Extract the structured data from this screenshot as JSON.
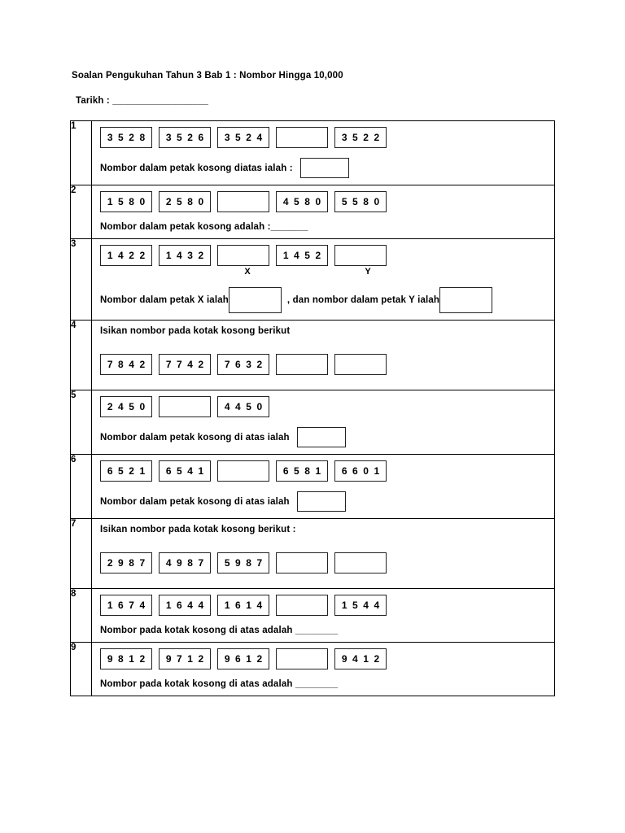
{
  "document": {
    "title": "Soalan Pengukuhan Tahun 3 Bab 1 : Nombor Hingga 10,000",
    "date_label": "Tarikh : __________________"
  },
  "questions": [
    {
      "number": "1",
      "instruction": null,
      "boxes": [
        "3 5 2 8",
        "3 5 2 6",
        "3 5 2 4",
        "",
        "3 5 2 2"
      ],
      "box_labels": null,
      "statement": "Nombor dalam petak kosong diatas ialah :",
      "statement_type": "box",
      "statement_tail": null
    },
    {
      "number": "2",
      "instruction": null,
      "boxes": [
        "1 5 8 0",
        "2 5 8 0",
        "",
        "4 5 8 0",
        "5 5 8 0"
      ],
      "box_labels": null,
      "statement": "Nombor dalam petak kosong adalah :_______",
      "statement_type": "underline",
      "statement_tail": null
    },
    {
      "number": "3",
      "instruction": null,
      "boxes": [
        "1 4 2 2",
        "1 4 3 2",
        "",
        "1 4 5 2",
        ""
      ],
      "box_labels": [
        "",
        "",
        "X",
        "",
        "Y"
      ],
      "statement": "Nombor dalam petak X ialah",
      "statement_type": "double-box",
      "statement_tail": ", dan nombor dalam petak Y ialah"
    },
    {
      "number": "4",
      "instruction": "Isikan nombor pada kotak kosong berikut",
      "boxes": [
        "7 8 4 2",
        "7 7 4 2",
        "7 6 3 2",
        "",
        ""
      ],
      "box_labels": null,
      "statement": null,
      "statement_type": "none",
      "statement_tail": null
    },
    {
      "number": "5",
      "instruction": null,
      "boxes": [
        "2 4 5 0",
        "",
        "4 4 5 0"
      ],
      "box_labels": null,
      "statement": "Nombor dalam petak kosong di atas ialah",
      "statement_type": "box",
      "statement_tail": null
    },
    {
      "number": "6",
      "instruction": null,
      "boxes": [
        "6 5 2 1",
        "6 5 4 1",
        "",
        "6 5 8 1",
        "6 6 0 1"
      ],
      "box_labels": null,
      "statement": "Nombor dalam petak kosong di atas ialah",
      "statement_type": "box",
      "statement_tail": null
    },
    {
      "number": "7",
      "instruction": "Isikan nombor pada kotak kosong berikut :",
      "boxes": [
        "2 9 8 7",
        "4 9 8 7",
        "5 9 8 7",
        "",
        ""
      ],
      "box_labels": null,
      "statement": null,
      "statement_type": "none",
      "statement_tail": null
    },
    {
      "number": "8",
      "instruction": null,
      "boxes": [
        "1 6 7 4",
        "1 6 4 4",
        "1 6 1 4",
        "",
        "1 5 4 4"
      ],
      "box_labels": null,
      "statement": "Nombor pada kotak kosong di atas adalah ________",
      "statement_type": "underline",
      "statement_tail": null
    },
    {
      "number": "9",
      "instruction": null,
      "boxes": [
        "9 8 1 2",
        "9 7 1 2",
        "9 6 1 2",
        "",
        "9 4 1 2"
      ],
      "box_labels": null,
      "statement": "Nombor pada kotak kosong di atas adalah ________",
      "statement_type": "underline",
      "statement_tail": null
    }
  ]
}
